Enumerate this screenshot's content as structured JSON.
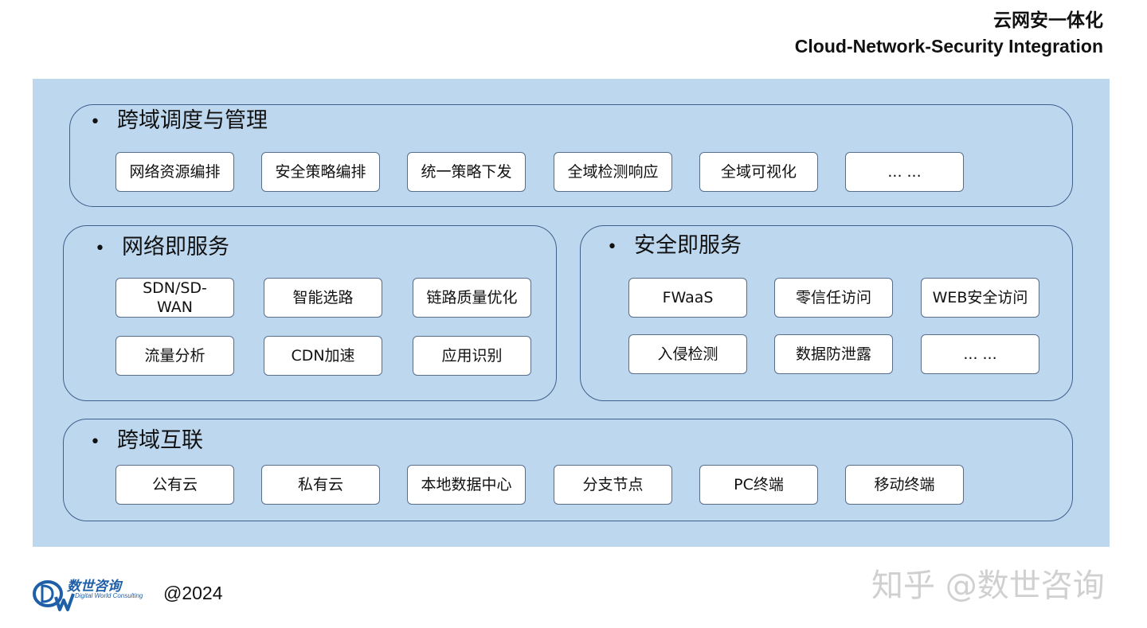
{
  "title": {
    "zh": "云网安一体化",
    "en": "Cloud-Network-Security Integration"
  },
  "sections": {
    "orchestration": {
      "title": "跨域调度与管理",
      "items": [
        "网络资源编排",
        "安全策略编排",
        "统一策略下发",
        "全域检测响应",
        "全域可视化",
        "... ..."
      ]
    },
    "naas": {
      "title": "网络即服务",
      "items": [
        "SDN/SD-\nWAN",
        "智能选路",
        "链路质量优化",
        "流量分析",
        "CDN加速",
        "应用识别"
      ]
    },
    "secaas": {
      "title": "安全即服务",
      "items": [
        "FWaaS",
        "零信任访问",
        "WEB安全访问",
        "入侵检测",
        "数据防泄露",
        "... ..."
      ]
    },
    "interconnect": {
      "title": "跨域互联",
      "items": [
        "公有云",
        "私有云",
        "本地数据中心",
        "分支节点",
        "PC终端",
        "移动终端"
      ]
    }
  },
  "footer": {
    "logo_zh": "数世咨询",
    "logo_en": "Digital World Consulting",
    "year": "@2024",
    "watermark": "知乎 @数世咨询"
  },
  "colors": {
    "canvas": "#bdd7ee",
    "border": "#3f5f8c",
    "logo": "#1f5fa8"
  }
}
